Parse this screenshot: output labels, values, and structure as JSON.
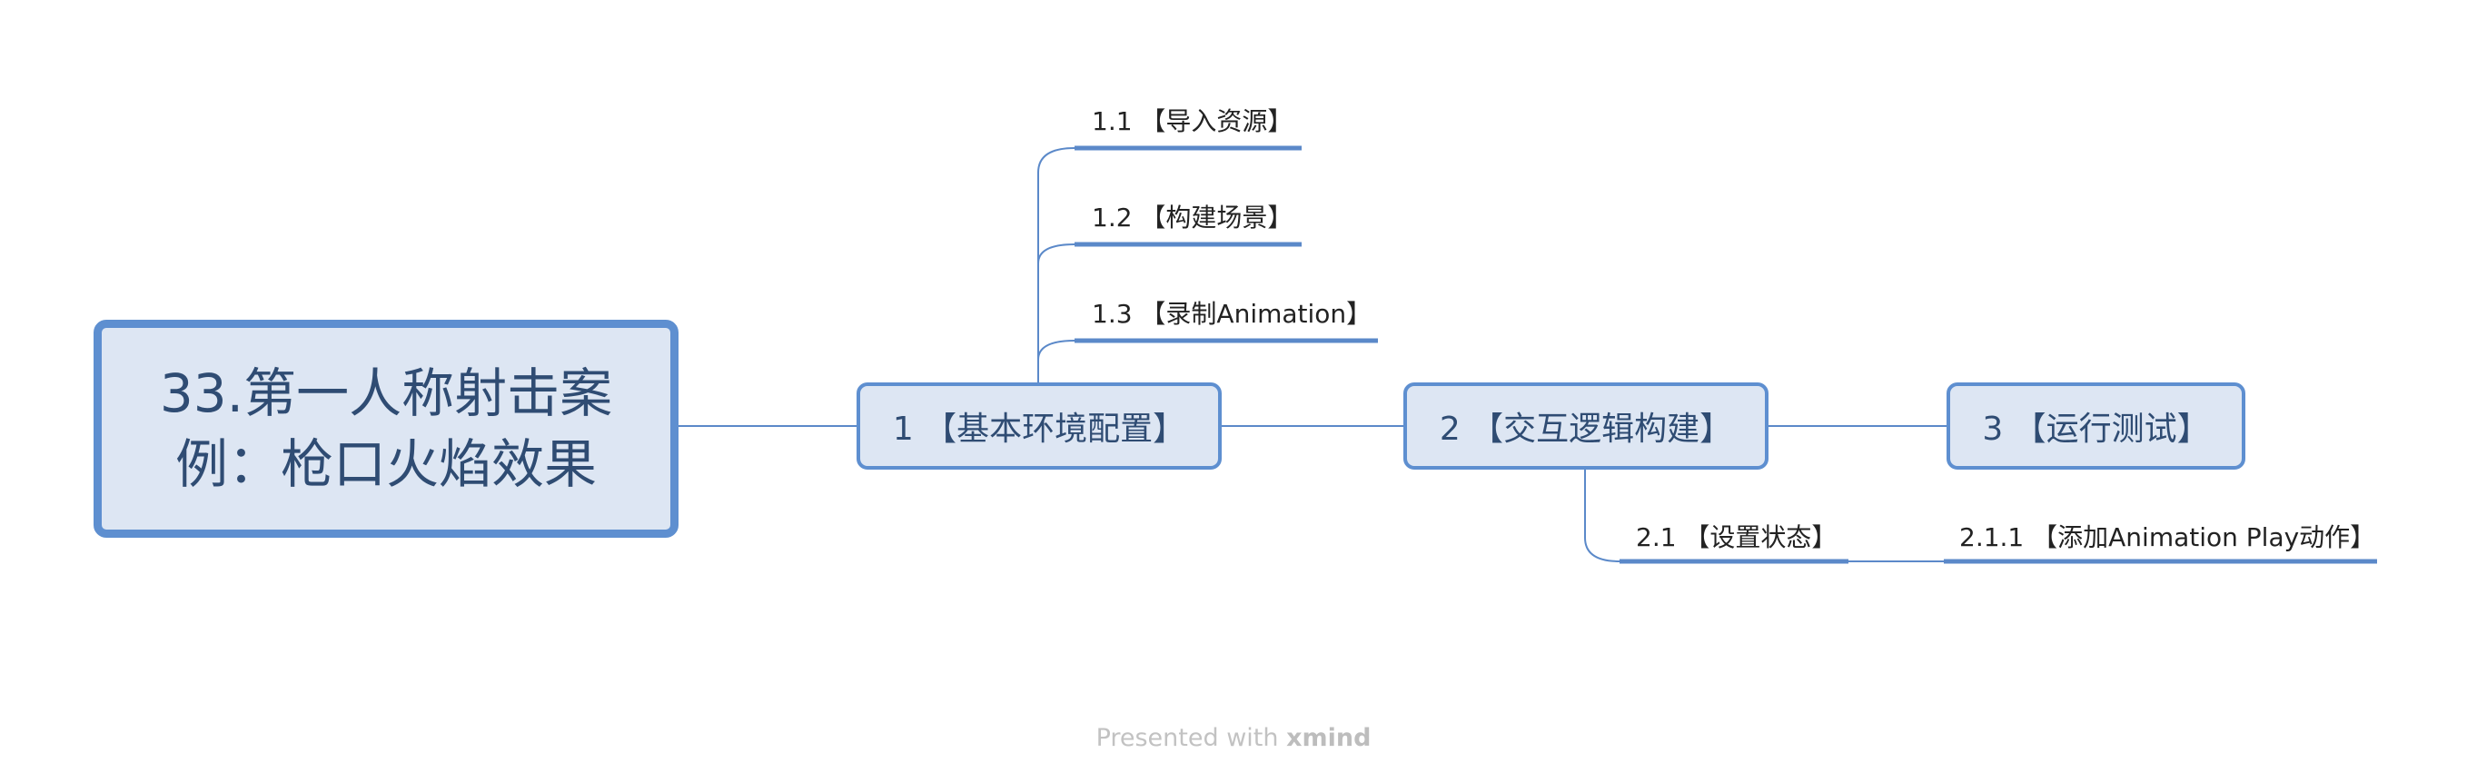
{
  "root": {
    "title": "33.第一人称射击案例：枪口火焰效果"
  },
  "topics": [
    {
      "label": "1 【基本环境配置】"
    },
    {
      "label": "2 【交互逻辑构建】"
    },
    {
      "label": "3 【运行测试】"
    }
  ],
  "subtopics": {
    "t1": [
      {
        "label": "1.1 【导入资源】"
      },
      {
        "label": "1.2 【构建场景】"
      },
      {
        "label": "1.3 【录制Animation】"
      }
    ],
    "t2": [
      {
        "label": "2.1 【设置状态】"
      }
    ],
    "t2_1": [
      {
        "label": "2.1.1 【添加Animation Play动作】"
      }
    ]
  },
  "footer": {
    "prefix": "Presented with ",
    "brand": "xmind"
  },
  "colors": {
    "node_fill": "#dde6f3",
    "border": "#5e8fd0",
    "line": "#5b89c9",
    "text": "#2f4c73"
  }
}
